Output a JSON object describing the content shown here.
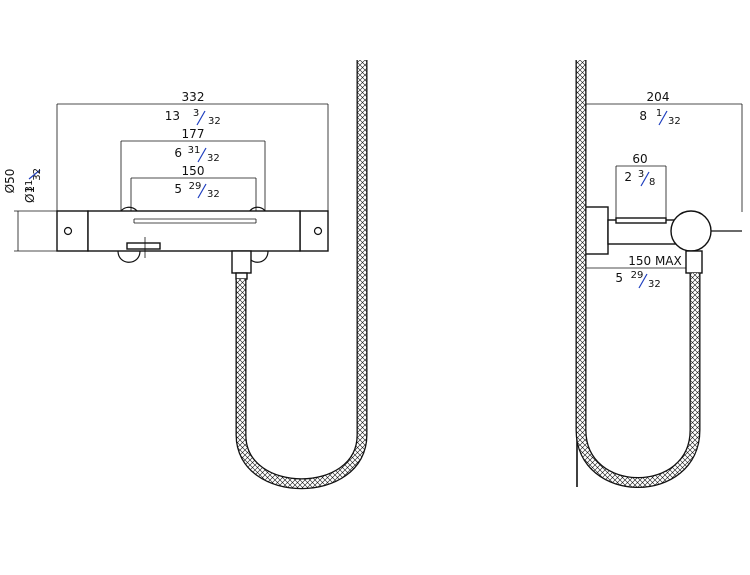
{
  "colors": {
    "line": "#111111",
    "fraction_slash": "#1f3fbf",
    "background": "#ffffff"
  },
  "front": {
    "width_total": {
      "mm": "332",
      "inch_whole": "13",
      "inch_num": "3",
      "inch_den": "32"
    },
    "width_mid": {
      "mm": "177",
      "inch_whole": "6",
      "inch_num": "31",
      "inch_den": "32"
    },
    "width_centers": {
      "mm": "150",
      "inch_whole": "5",
      "inch_num": "29",
      "inch_den": "32"
    },
    "diameter": {
      "mm": "Ø50",
      "inch": "Ø1",
      "inch_num": "31",
      "inch_den": "32"
    }
  },
  "side": {
    "depth_total": {
      "mm": "204",
      "inch_whole": "8",
      "inch_num": "1",
      "inch_den": "32"
    },
    "shelf": {
      "mm": "60",
      "inch_whole": "2",
      "inch_num": "3",
      "inch_den": "8"
    },
    "max_offset": {
      "mm": "150 MAX",
      "inch_whole": "5",
      "inch_num": "29",
      "inch_den": "32"
    }
  }
}
